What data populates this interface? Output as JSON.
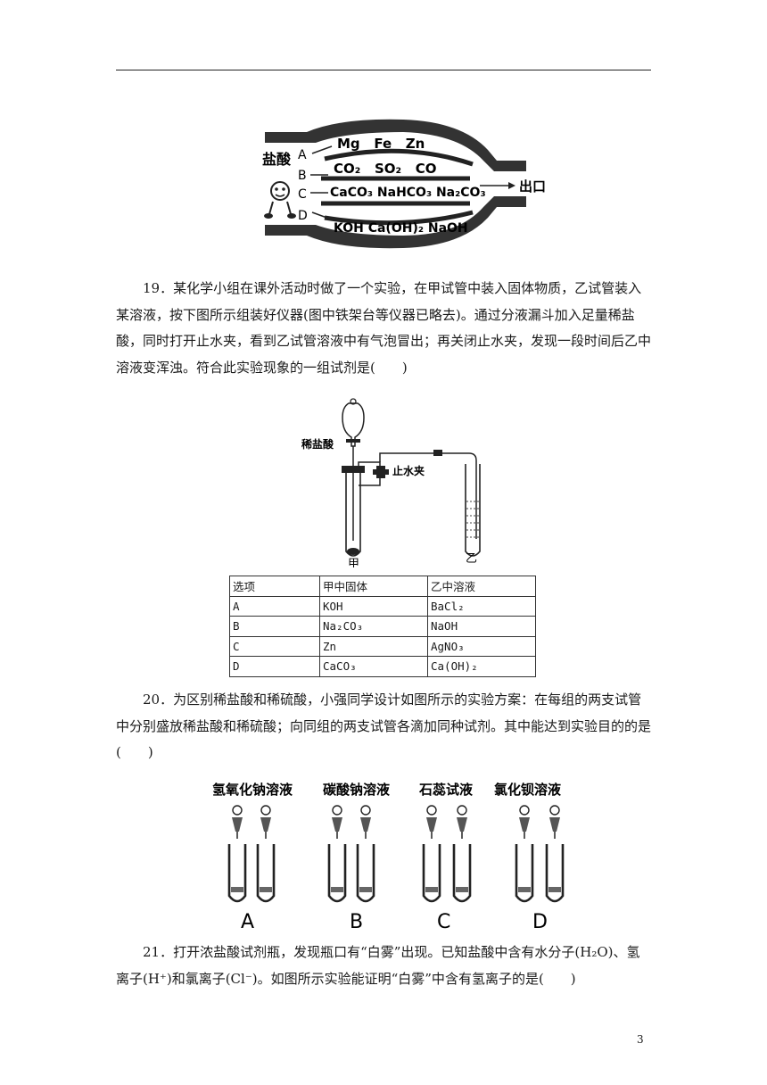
{
  "maze": {
    "acid_label": "盐酸",
    "exit_label": "出口",
    "rows": [
      {
        "letter": "A",
        "items": "Mg   Fe   Zn"
      },
      {
        "letter": "B",
        "items": "CO₂   SO₂   CO"
      },
      {
        "letter": "C",
        "items": "CaCO₃ NaHCO₃ Na₂CO₃"
      },
      {
        "letter": "D",
        "items": "KOH Ca(OH)₂ NaOH"
      }
    ]
  },
  "q19": {
    "text": "19．某化学小组在课外活动时做了一个实验，在甲试管中装入固体物质，乙试管装入某溶液，按下图所示组装好仪器(图中铁架台等仪器已略去)。通过分液漏斗加入足量稀盐酸，同时打开止水夹，看到乙试管溶液中有气泡冒出；再关闭止水夹，发现一段时间后乙中溶液变浑浊。符合此实验现象的一组试剂是(　　)",
    "apparatus": {
      "acid": "稀盐酸",
      "clamp": "止水夹",
      "tube_a": "甲",
      "tube_b": "乙"
    },
    "table": {
      "headers": [
        "选项",
        "甲中固体",
        "乙中溶液"
      ],
      "rows": [
        [
          "A",
          "KOH",
          "BaCl₂"
        ],
        [
          "B",
          "Na₂CO₃",
          "NaOH"
        ],
        [
          "C",
          "Zn",
          "AgNO₃"
        ],
        [
          "D",
          "CaCO₃",
          "Ca(OH)₂"
        ]
      ]
    }
  },
  "q20": {
    "text": "20．为区别稀盐酸和稀硫酸，小强同学设计如图所示的实验方案：在每组的两支试管中分别盛放稀盐酸和稀硫酸；向同组的两支试管各滴加同种试剂。其中能达到实验目的的是(　　)",
    "groups": [
      {
        "reagent": "氢氧化钠溶液",
        "letter": "A"
      },
      {
        "reagent": "碳酸钠溶液",
        "letter": "B"
      },
      {
        "reagent": "石蕊试液",
        "letter": "C"
      },
      {
        "reagent": "氯化钡溶液",
        "letter": "D"
      }
    ]
  },
  "q21": {
    "text": "21．打开浓盐酸试剂瓶，发现瓶口有“白雾”出现。已知盐酸中含有水分子(H₂O)、氢离子(H⁺)和氯离子(Cl⁻)。如图所示实验能证明“白雾”中含有氢离子的是(　　)"
  },
  "page_number": "3"
}
